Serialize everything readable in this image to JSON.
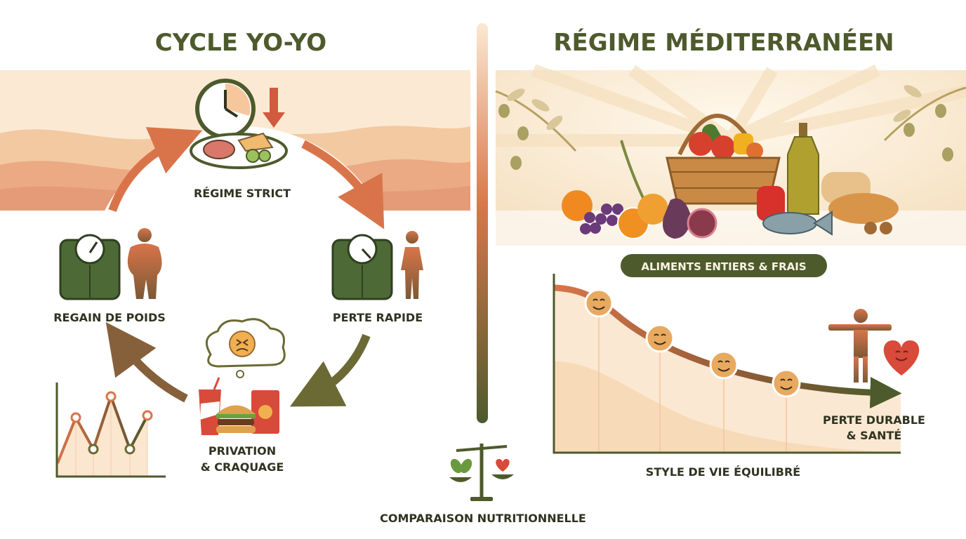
{
  "left": {
    "title": "CYCLE YO-YO",
    "stages": {
      "strict": "RÉGIME STRICT",
      "rapid_loss": "PERTE RAPIDE",
      "privation_1": "PRIVATION",
      "privation_2": "& CRAQUAGE",
      "regain": "REGAIN DE POIDS"
    }
  },
  "right": {
    "title": "RÉGIME MÉDITERRANÉEN",
    "pill": "ALIMENTS ENTIERS & FRAIS",
    "outcome_1": "PERTE DURABLE",
    "outcome_2": "& SANTÉ",
    "axis_label": "STYLE DE VIE ÉQUILIBRÉ"
  },
  "center": {
    "caption": "COMPARAISON NUTRITIONNELLE"
  },
  "colors": {
    "dark_green": "#4d5a2c",
    "orange": "#d9744a",
    "cream": "#fbeedd",
    "text": "#2f3320"
  }
}
